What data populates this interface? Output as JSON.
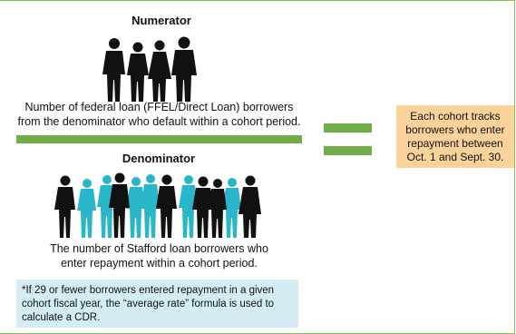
{
  "numerator": {
    "title": "Numerator",
    "line1": "Number of federal loan (FFEL/Direct Loan) borrowers",
    "line2": "from the denominator who default within a cohort period."
  },
  "denominator": {
    "title": "Denominator",
    "line1": "The number of Stafford loan borrowers who",
    "line2": "enter repayment within a cohort period."
  },
  "cohort_note": {
    "line1": "Each cohort tracks",
    "line2": "borrowers who enter",
    "line3": "repayment between",
    "line4": "Oct. 1 and Sept. 30."
  },
  "footnote": {
    "line1": "*If 29 or fewer borrowers entered repayment in a given",
    "line2": "cohort fiscal year, the “average rate” formula is used to",
    "line3": "calculate a CDR."
  },
  "colors": {
    "accent_green": "#70ad47",
    "note_orange": "#fbd29a",
    "footnote_blue": "#d4edf4",
    "silhouette_black": "#111111",
    "silhouette_teal": "#29b6c9"
  },
  "icons": {
    "numerator_people": "people-group-icon",
    "denominator_crowd": "crowd-icon"
  }
}
